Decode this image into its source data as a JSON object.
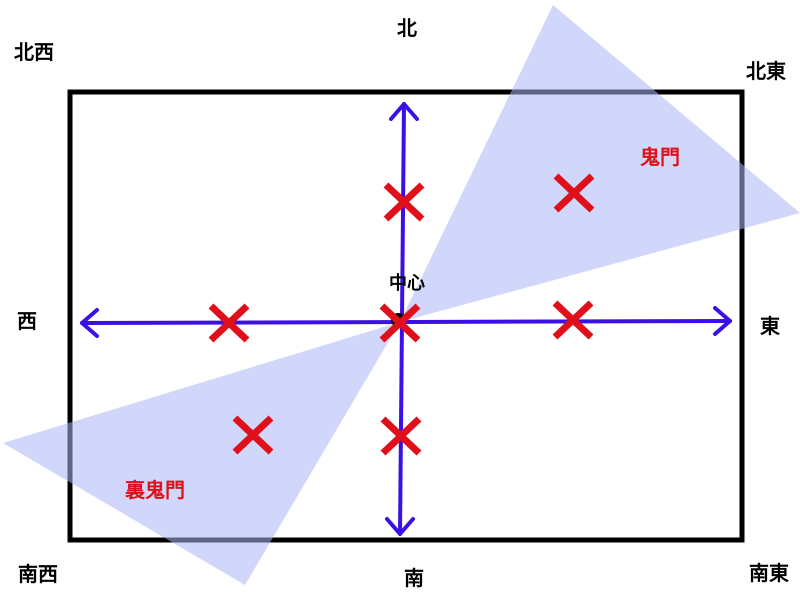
{
  "directions": {
    "north": "北",
    "south": "南",
    "east": "東",
    "west": "西",
    "northeast": "北東",
    "northwest": "北西",
    "southeast": "南東",
    "southwest": "南西"
  },
  "center_label": "中心",
  "zones": {
    "kimon": "鬼門",
    "ura_kimon": "裏鬼門"
  },
  "colors": {
    "frame": "#000000",
    "axis": "#3b10e6",
    "marker": "#e0101a",
    "zone_fill": "#b3bdf7",
    "zone_label": "#e0101a"
  }
}
